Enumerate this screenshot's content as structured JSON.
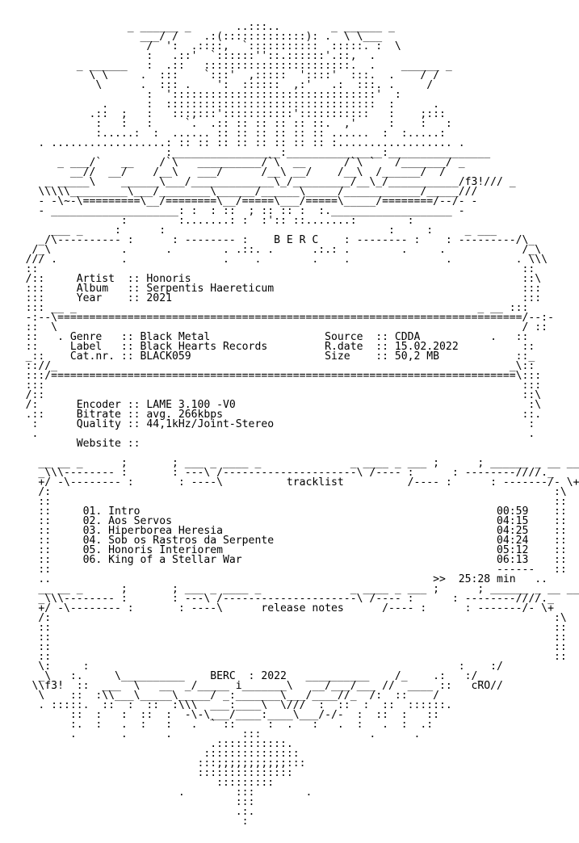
{
  "nfo": {
    "lines": [
      "                   _ ______ _       ..:::..        _ ______ _",
      "                     ___/ /    .:(:::::::::::::): .  \\ \\___",
      "                      /  ':  .::::,  `:::::::::::  :::::. :  \\",
      "                      :   .::'  `::::::''::.::::::'.::,  .",
      "           _ ______   :  .::   :::::::::::::::::::::::.  .    ______ _",
      "             \\ \\     .  :::    `:::'  ,:::::  '::::'  :::.  .    / /",
      "              \\      .  ::: .    ':  ::::::  ,:'   .:  :::. .     /",
      "                      :  '::::::::::::::::::::::::::::::::'  :",
      "               .      :  :::::::::::::::::::::::::::::::::  :      .",
      "             .::  ;   :   :::;:::':::::::::::':::::::::::   :    ;:::",
      "              :   :   :     `.  .:: :: :: :: :: ::.  ,'     :    :   :",
      "              :.....:  :  ...... :: :: :: :: :: :: ......  :  :.....:",
      "     . ..................: :: :: :: :: :: :: :: :: :.................. .",
      "                         :_________________:_______________:________________",
      "        _ ___/`   __    /`\\   __________/`\\  __      /`\\ `   /_______/ _",
      "          __//  __/    /__\\   ___/      /__\\ __/    /__\\  /______/  /",
      "      _ _____\\    ______\\___/_____________\\_/_________/__\\_/___________/f3!/// _",
      "     \\\\\\\\\\_________\\___/________\\______/______\\_____/____________/_____///",
      "     - -\\~-\\=========\\__/========\\__/=====\\___/=====\\_____/========/--/- -",
      "     - ____________________: :  : ::  ; :: :: :  :.___________________ -",
      "                  :        :.......: :  :':: ::.......:        :",
      "       ___ _     :      :                                   :     :     _ ___",
      "     _/\\---------- :      : -------- :    B E R C    : -------- :    : ---------/\\_",
      "    /_\\           .      .        . .::. .      .:.: .        .     .            /_\\",
      "   /// .          .               .    .        .    .               .          . \\\\\\",
      "   ::                                                                            ::",
      "   /::     Artist  :: Honoris                                                    ::\\",
      "   :::     Album   :: Serpentis Haereticum                                       :::",
      "   :::     Year    :: 2021                                                       :::",
      "   ::: __ _                                                               _ __ :::",
      "   -:--\\=========================================================================/--:-",
      "   ::  \\                                                                         / ::",
      "   ::   . Genre   :: Black Metal                  Source  :: CDDA           .   ::",
      "   ::     Label   :: Black Hearts Records         R.date  :: 15.02.2022          ::",
      "   _::    Cat.nr. :: BLACK059                     Size    :: 50,2 MB            ::_",
      "   :://_                                                                       _\\::",
      "   :::/=========================================================================\\:::",
      "   :::                                                                           :::",
      "   /::                                                                           ::\\",
      "   /:      Encoder :: LAME 3.100 -V0                                              :\\",
      "   .::     Bitrate :: avg. 266kbps                                               ::.",
      "    :      Quality :: 44,1kHz/Joint-Stereo                                        :",
      "    .                                                                             .",
      "           Website ::",
      "",
      "     __ __ _      ;       ; ___ _ ____ _              _ ____ _ ___ ;      ; ______ _ __ __",
      "     _\\\\\\-------- :       : ---\\ /---------------------\\ /---- :      : --------////._",
      "     +/ -\\-------- :       : ----\\          tracklist          /---- :      : -------/- \\+",
      "     /:                                                                               :\\",
      "     ::                                                                               ::",
      "     ::     01. Intro                                                        00:59    ::",
      "     ::     02. Aos Servos                                                   04:15    ::",
      "     ::     03. Hiperborea Heresia                                           04:25    ::",
      "     ::     04. Sob os Rastros da Serpente                                   04:24    ::",
      "     ::     05. Honoris Interiorem                                           05:12    ::",
      "     ::     06. King of a Stellar War                                        06:13    ::",
      "     ::                                                                      ------   ::",
      "     ..                                                            >>  25:28 min   ..",
      "     __ __ _      ;       ; ___ _ ____ _              _ ____ _ ___ ;      ; ______ _ __ __",
      "     _\\\\\\-------- :       : ---\\ /---------------------\\ /---- :      : --------////._",
      "     +/ -\\-------- :       : ----\\      release notes      /---- :      : -------/- \\+",
      "     /:                                                                               :\\",
      "     ::                                                                               ::",
      "     ::                                                                               ::",
      "     ::                                                                               ::",
      "     ::                                                                               ::",
      "     \\:     :                                                          :    :/",
      "     _\\   :.     \\__________    BERC  : 2022   __________    /_    .:   :/_",
      "    \\\\f3!  ::  ___  \\   __  _/_____ i_______\\   __/___/___ //  ____ ::   cRO//",
      "     \\    ::  :\\\\___\\_____\\_____/ _:_______\\___/____//_  /:  ::    /",
      "     . :::::.  ::  :  ::  :\\\\\\  ___:____\\  \\///  :  ::  :  ::  ::::::.",
      "          ::  :   :  ::  :  -\\-\\___/____:____\\___/-/-  :  ::  :   ::",
      "          :.  :   .  :   :   .  ` ::     :  .   :   .  :   .  :  .:",
      "          .       .      .           :::                 .      .",
      "                                .:::::::::::.",
      "                               :::::::::::::::",
      "                              :::;;;;;;;;;;;:::",
      "                              :::::::::::::::",
      "                                 :::::::::",
      "                           .        :::        .",
      "                                    :::",
      "                                    .:.",
      "                                     :"
    ]
  }
}
